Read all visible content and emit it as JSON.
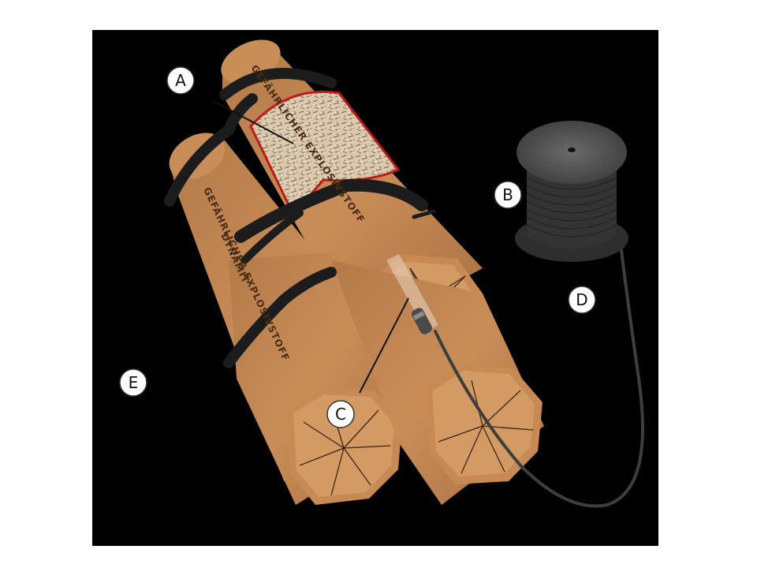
{
  "colors": {
    "background": "#000000",
    "stick": "#c68a55",
    "stick_end": "#d2975f",
    "band": "#1c1c1c",
    "cutaway_edge": "#c0191b",
    "spool": "#3a3a3a"
  },
  "labels": {
    "a": "A",
    "b": "B",
    "c": "C",
    "d": "D",
    "e": "E"
  },
  "stamps": {
    "left_stick_line1": "GEFÄHRLICHER EXPLOSIVSTOFF",
    "left_stick_line2": "DYNAMIT",
    "top_stick": "GEFÄHRLICHER EXPLOSIVSTOFF"
  },
  "icons": {
    "explosive_filling": "sawdust-filling-icon",
    "blasting_cap": "blasting-cap-icon",
    "wire_spool": "wire-spool-icon"
  }
}
